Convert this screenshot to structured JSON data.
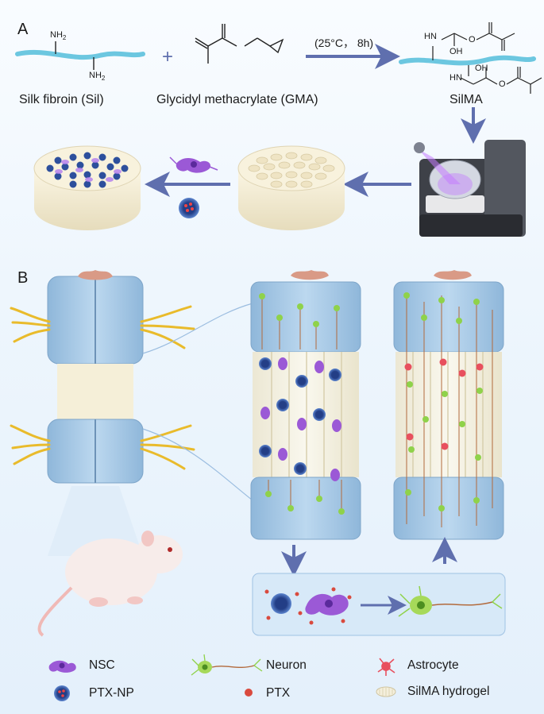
{
  "panel_a": {
    "label": "A",
    "chem_nh2_top": "NH",
    "chem_nh2_top_sub": "2",
    "chem_nh2_bot": "NH",
    "chem_nh2_bot_sub": "2",
    "plus": "+",
    "reaction_condition": "(25°C， 8h)",
    "chem_hn_1": "HN",
    "chem_oh_1": "OH",
    "chem_o_1": "O",
    "chem_hn_2": "HN",
    "chem_oh_2": "OH",
    "chem_o_2": "O",
    "silk_label": "Silk fibroin (Sil)",
    "gma_label": "Glycidyl methacrylate (GMA)",
    "silma_label": "SilMA"
  },
  "panel_b": {
    "label": "B"
  },
  "legend": {
    "nsc": "NSC",
    "ptx_np": "PTX-NP",
    "neuron": "Neuron",
    "ptx": "PTX",
    "astrocyte": "Astrocyte",
    "silma_hydrogel": "SilMA hydrogel"
  },
  "colors": {
    "silk_strand": "#6cc7e0",
    "arrow": "#5f6fae",
    "scaffold_cream": "#f1ead3",
    "cord_blue": "#a9cbe6",
    "nerve_yellow": "#e9bb2b",
    "nsc_purple": "#9b59d6",
    "astrocyte_red": "#e8505e",
    "neuron_green": "#8fd24a",
    "ptx_red": "#d94a3e",
    "np_blue": "#2d4f9c"
  }
}
